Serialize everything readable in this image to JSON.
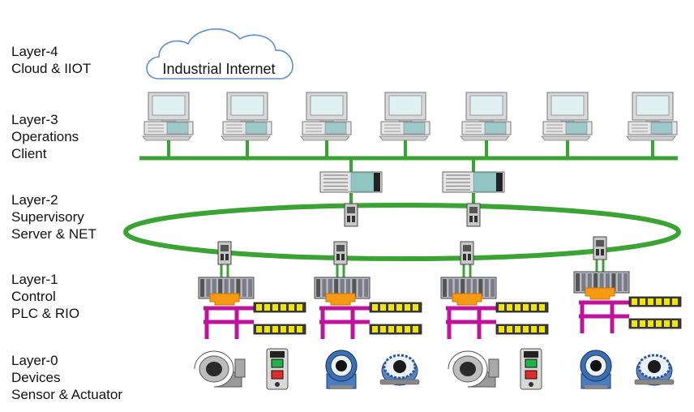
{
  "layers": [
    {
      "id": "layer-4",
      "lines": [
        "Layer-4",
        "Cloud & IIOT"
      ]
    },
    {
      "id": "layer-3",
      "lines": [
        "Layer-3",
        "Operations",
        "Client"
      ]
    },
    {
      "id": "layer-2",
      "lines": [
        "Layer-2",
        "Supervisory",
        "Server & NET"
      ]
    },
    {
      "id": "layer-1",
      "lines": [
        "Layer-1",
        "Control",
        "PLC & RIO"
      ]
    },
    {
      "id": "layer-0",
      "lines": [
        "Layer-0",
        "Devices",
        "Sensor & Actuator"
      ]
    }
  ],
  "cloud": {
    "label": "Industrial Internet"
  },
  "client_count": 7,
  "server_count": 2,
  "controller_count": 4,
  "devices": [
    "pump-icon",
    "push-button-station-icon",
    "pressure-transmitter-icon",
    "flow-meter-icon",
    "pump-icon",
    "push-button-station-icon",
    "pressure-transmitter-icon",
    "flow-meter-icon"
  ],
  "colors": {
    "network": "#3aa334",
    "io_bus": "#c0139d",
    "cpu": "#f59a12",
    "io_module": "#f2e500",
    "screen": "#dff1f1",
    "case": "#d9d9d9"
  }
}
